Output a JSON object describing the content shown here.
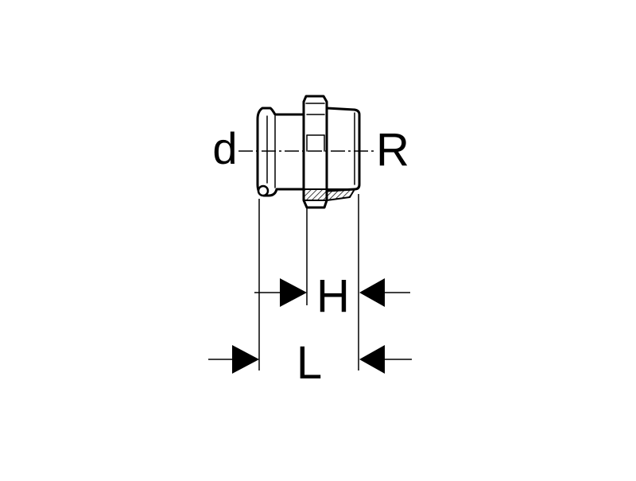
{
  "diagram": {
    "labels": {
      "pipe_diameter": "d",
      "thread": "R",
      "hex_height": "H",
      "length": "L"
    },
    "colors": {
      "line": "#000000",
      "background": "#ffffff"
    }
  }
}
